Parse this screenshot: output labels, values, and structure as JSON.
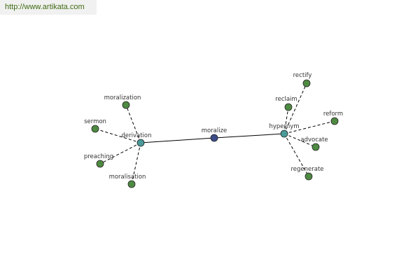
{
  "banner": {
    "url": "http://www.artikata.com"
  },
  "colors": {
    "center_node": "#3b4b8a",
    "relation_node": "#4a9a9a",
    "word_node": "#4f8a43",
    "node_stroke": "#222222",
    "edge": "#000000"
  },
  "graph": {
    "center": {
      "id": "moralize",
      "label": "moralize"
    },
    "relations": [
      {
        "id": "derivation",
        "label": "derivation",
        "words": [
          "moralization",
          "sermon",
          "preaching",
          "moralisation"
        ]
      },
      {
        "id": "hypernym",
        "label": "hypernym",
        "words": [
          "rectify",
          "reclaim",
          "reform",
          "advocate",
          "regenerate"
        ]
      }
    ]
  }
}
